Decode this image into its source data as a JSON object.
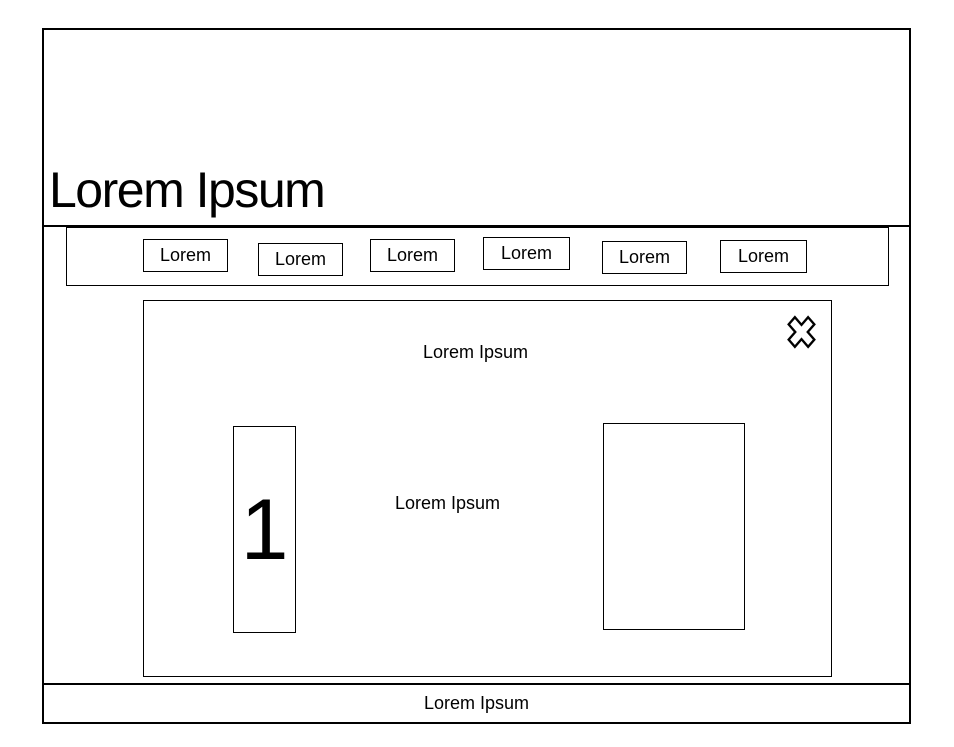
{
  "window": {
    "background_color": "#ffffff",
    "frame_color": "#000000"
  },
  "header": {
    "title": "Lorem Ipsum"
  },
  "nav": {
    "items": [
      {
        "label": "Lorem"
      },
      {
        "label": "Lorem"
      },
      {
        "label": "Lorem"
      },
      {
        "label": "Lorem"
      },
      {
        "label": "Lorem"
      },
      {
        "label": "Lorem"
      }
    ]
  },
  "modal": {
    "title": "Lorem Ipsum",
    "close_icon": "x-cross-icon",
    "step_number": "1",
    "body_text": "Lorem Ipsum",
    "image_placeholder": "empty-rectangle"
  },
  "footer": {
    "text": "Lorem Ipsum"
  }
}
